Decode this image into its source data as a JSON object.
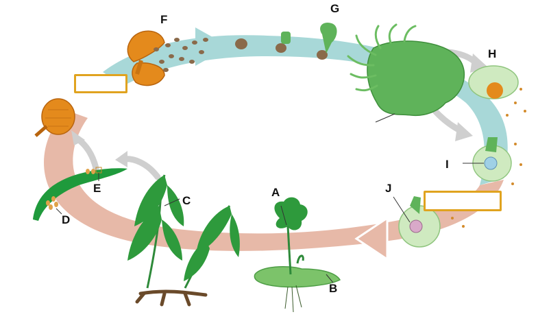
{
  "diagram": {
    "labels": {
      "a": "A",
      "b": "B",
      "c": "C",
      "d": "D",
      "e": "E",
      "f": "F",
      "g": "G",
      "h": "H",
      "i": "I",
      "j": "J"
    },
    "answer_boxes": [
      "",
      ""
    ],
    "colors": {
      "haploid_band": "#a8d8d8",
      "diploid_band": "#e7b9a8",
      "plant_green": "#3aa14c",
      "leaf_dark": "#2e8a3a",
      "gametophyte_green": "#7cc36a",
      "sporangium_orange": "#e48a1c",
      "spore_brown": "#8a6a4a",
      "box_border": "#e0a31f",
      "arrow_gray": "#c9c9c9"
    }
  }
}
